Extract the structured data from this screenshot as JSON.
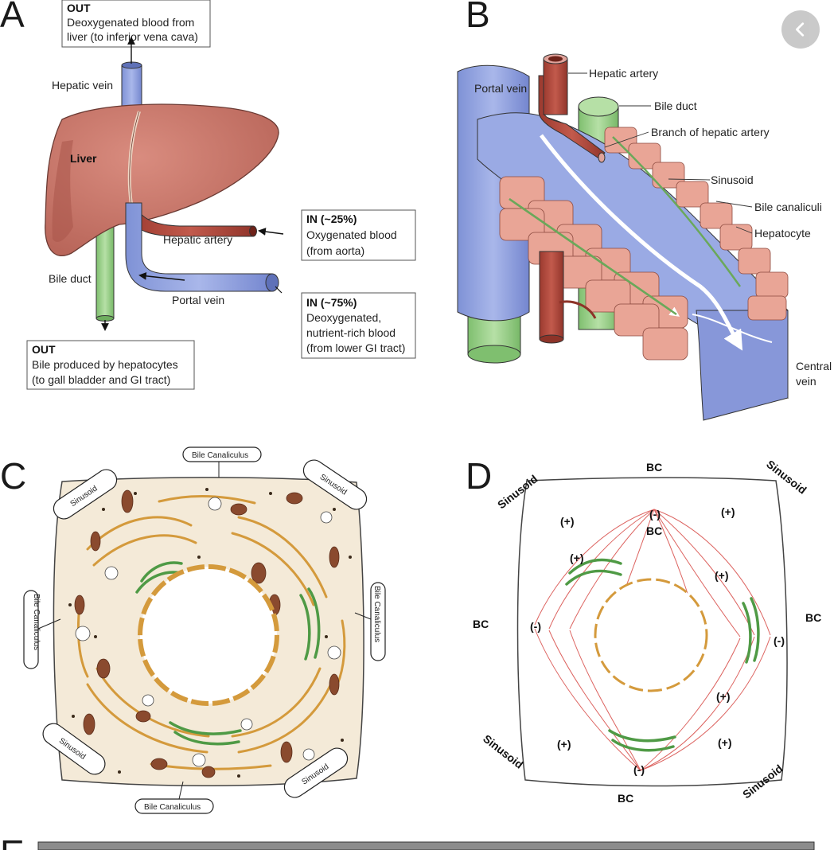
{
  "panel_a": {
    "letter": "A",
    "out_top_title": "OUT",
    "out_top_line1": "Deoxygenated blood from",
    "out_top_line2": "liver (to inferior vena cava)",
    "hepatic_vein": "Hepatic vein",
    "liver": "Liver",
    "hepatic_artery": "Hepatic artery",
    "bile_duct": "Bile duct",
    "portal_vein": "Portal vein",
    "in25_title": "IN (~25%)",
    "in25_line1": "Oxygenated blood",
    "in25_line2": "(from aorta)",
    "in75_title": "IN (~75%)",
    "in75_line1": "Deoxygenated,",
    "in75_line2": "nutrient-rich blood",
    "in75_line3": "(from lower GI tract)",
    "out_bottom_title": "OUT",
    "out_bottom_line1": "Bile produced by hepatocytes",
    "out_bottom_line2": "(to gall bladder and GI tract)"
  },
  "panel_b": {
    "letter": "B",
    "portal_vein": "Portal vein",
    "hepatic_artery": "Hepatic artery",
    "bile_duct": "Bile duct",
    "branch_hepatic_artery": "Branch of hepatic artery",
    "sinusoid": "Sinusoid",
    "bile_canaliculi": "Bile canaliculi",
    "hepatocyte": "Hepatocyte",
    "central_line1": "Central",
    "central_line2": "vein"
  },
  "panel_c": {
    "letter": "C",
    "bile_canaliculus": "Bile Canaliculus",
    "sinusoid": "Sinusoid"
  },
  "panel_d": {
    "letter": "D",
    "bc": "BC",
    "sinusoid": "Sinusoid",
    "plus": "(+)",
    "minus": "(-)"
  },
  "panel_e": {
    "letter": "E"
  },
  "nav": {
    "back_icon": "chevron-left-icon"
  },
  "colors": {
    "liver": "#c9776b",
    "vein_blue": "#8d9fdc",
    "artery_red": "#b0473a",
    "bile_green": "#9fcf8f",
    "hepatocyte": "#e9a596",
    "golgi": "#4f9a45",
    "er_orange": "#d49a3c",
    "mito": "#8a4a2e",
    "microtubule": "#d9534f"
  }
}
